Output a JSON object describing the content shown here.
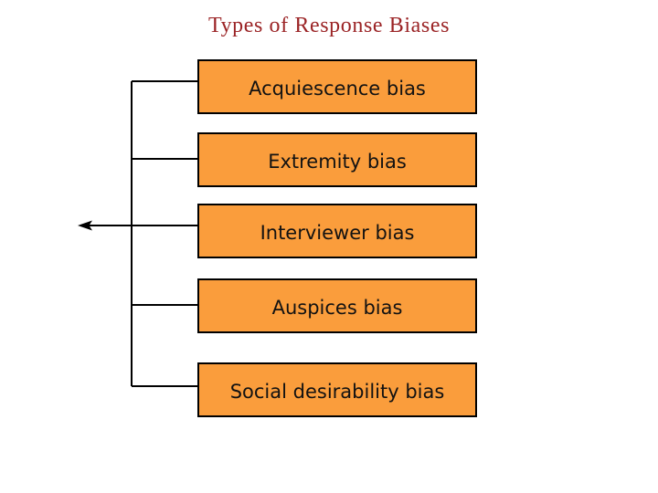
{
  "slide": {
    "title": "Types of Response Biases"
  },
  "diagram": {
    "boxes": [
      {
        "label": "Acquiescence bias"
      },
      {
        "label": "Extremity bias"
      },
      {
        "label": "Interviewer bias"
      },
      {
        "label": "Auspices bias"
      },
      {
        "label": "Social desirability bias"
      }
    ],
    "connector_style": "elbow",
    "arrow_direction": "left"
  },
  "colors": {
    "background": "#FFFFFF",
    "box_fill": "#FA9D3C",
    "box_border": "#000000",
    "box_text": "#121212",
    "connector_line": "#000000",
    "title_text": "#9B2426"
  }
}
